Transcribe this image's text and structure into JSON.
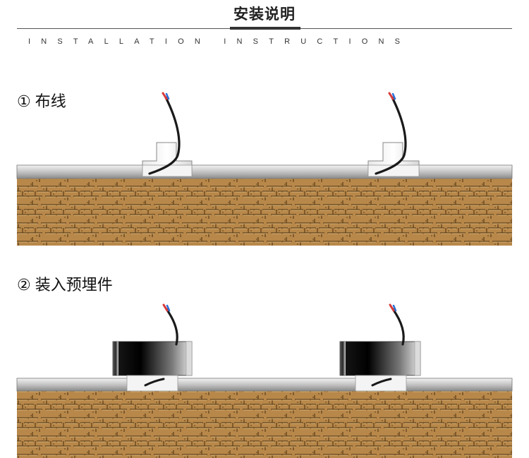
{
  "header": {
    "title": "安装说明",
    "subtitle": "INSTALLATION INSTRUCTIONS"
  },
  "steps": [
    {
      "number": "①",
      "label": "布线"
    },
    {
      "number": "②",
      "label": "装入预埋件"
    }
  ],
  "colors": {
    "ground": "#b8884a",
    "pipe": "#c8c8c8",
    "wire": "#1a1a1a"
  }
}
